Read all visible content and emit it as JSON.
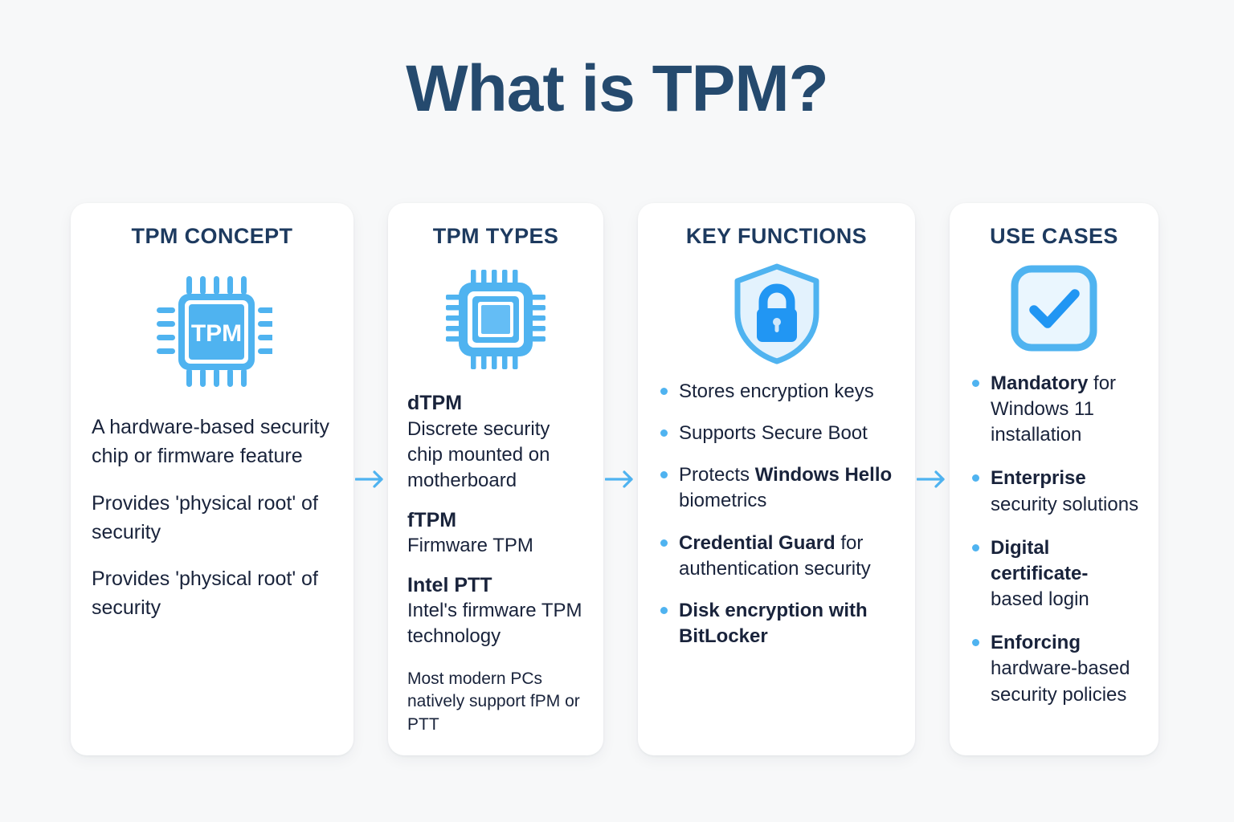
{
  "title": "What is TPM?",
  "theme": {
    "background": "#f7f8f9",
    "title_color": "#254a6e",
    "heading_color": "#1d3a5f",
    "body_color": "#19233b",
    "accent_blue": "#4fb3f0",
    "icon_blue": "#2196f3",
    "icon_light": "#e3f2fd",
    "card_background": "#ffffff"
  },
  "cards": [
    {
      "id": "tpm-concept",
      "title": "TPM CONCEPT",
      "icon": "chip-tpm-icon",
      "icon_label": "TPM",
      "paragraphs": [
        "A hardware-based security chip or firmware feature",
        "Provides 'physical root' of security",
        "Provides 'physical root' of security"
      ]
    },
    {
      "id": "tpm-types",
      "title": "TPM TYPES",
      "icon": "processor-chip-icon",
      "terms": [
        {
          "term": "dTPM",
          "desc": "Discrete security chip mounted on motherboard"
        },
        {
          "term": "fTPM",
          "desc": "Firmware TPM"
        },
        {
          "term": "Intel PTT",
          "desc": "Intel's firmware TPM technology"
        }
      ],
      "note": "Most modern PCs natively support fPM or PTT"
    },
    {
      "id": "key-functions",
      "title": "KEY FUNCTIONS",
      "icon": "shield-lock-icon",
      "bullets": [
        {
          "plain_before": "Stores encryption keys",
          "bold": "",
          "plain_after": ""
        },
        {
          "plain_before": "Supports Secure Boot",
          "bold": "",
          "plain_after": ""
        },
        {
          "plain_before": "Protects ",
          "bold": "Windows Hello",
          "plain_after": " biometrics"
        },
        {
          "plain_before": "",
          "bold": "Credential Guard",
          "plain_after": " for authentication security"
        },
        {
          "plain_before": "",
          "bold": "Disk encryption with BitLocker",
          "plain_after": ""
        }
      ]
    },
    {
      "id": "use-cases",
      "title": "USE CASES",
      "icon": "checkbox-check-icon",
      "bullets": [
        {
          "plain_before": "",
          "bold": "Mandatory",
          "plain_after": " for Windows 11 installation"
        },
        {
          "plain_before": "",
          "bold": "Enterprise",
          "plain_after": " security solutions"
        },
        {
          "plain_before": "",
          "bold": "Digital certificate-",
          "plain_after": "based login"
        },
        {
          "plain_before": "",
          "bold": "Enforcing",
          "plain_after": " hardware-based security policies"
        }
      ]
    }
  ],
  "arrows": [
    {
      "name": "arrow-concept-to-types"
    },
    {
      "name": "arrow-types-to-functions"
    },
    {
      "name": "arrow-functions-to-usecases"
    }
  ]
}
